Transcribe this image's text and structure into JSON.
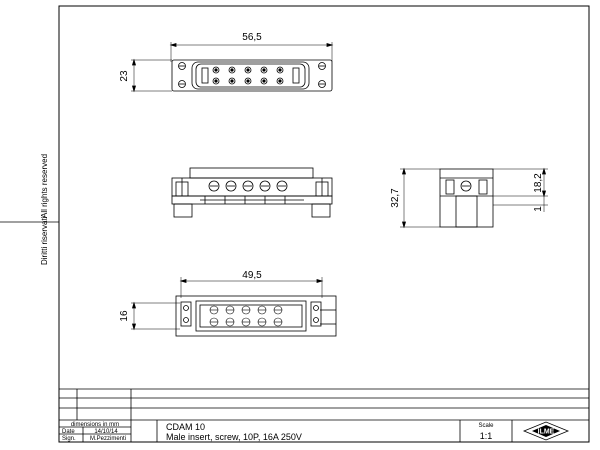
{
  "side_text": {
    "left": "Diritti riservati",
    "right": "All rights reserved"
  },
  "dimensions": {
    "top_width": "56,5",
    "top_height": "23",
    "side_height": "32,7",
    "side_upper": "18,2",
    "side_lower": "1",
    "bottom_width": "49,5",
    "bottom_height": "16"
  },
  "title_block": {
    "units_note": "dimensions in mm",
    "date_label": "Date",
    "date_value": "14/10/14",
    "sign_label": "Sign.",
    "sign_value": "M.Pezzimenti",
    "part_name": "CDAM 10",
    "part_desc": "Male insert, screw, 10P, 16A 250V",
    "scale_label": "Scale",
    "scale_value": "1:1",
    "logo_text": "ILME"
  }
}
